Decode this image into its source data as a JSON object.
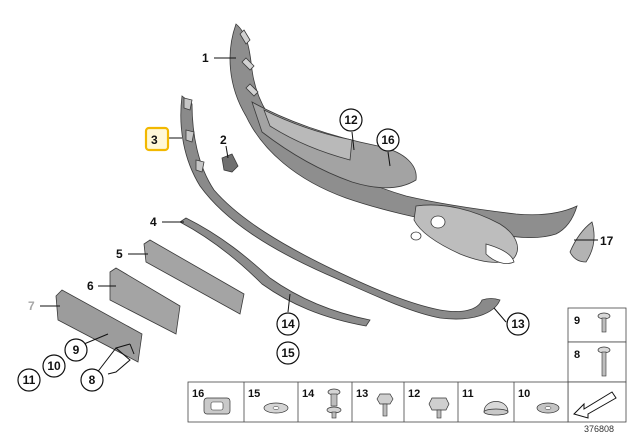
{
  "diagram": {
    "diagram_number": "376808",
    "highlight_color": "#f2b800",
    "part_fill_dark": "#7b7b7b",
    "part_fill_mid": "#9a9a9a",
    "part_fill_light": "#c2c2c2",
    "callouts": {
      "c1": "1",
      "c2": "2",
      "c3": "3",
      "c4": "4",
      "c5": "5",
      "c6": "6",
      "c7": "7",
      "c8": "8",
      "c9": "9",
      "c10": "10",
      "c11": "11",
      "c12": "12",
      "c13": "13",
      "c14": "14",
      "c15": "15",
      "c16": "16",
      "c17": "17"
    },
    "legend": {
      "c16": "16",
      "c15": "15",
      "c14": "14",
      "c13": "13",
      "c12": "12",
      "c11": "11",
      "c10": "10",
      "c9": "9",
      "c8": "8"
    }
  }
}
